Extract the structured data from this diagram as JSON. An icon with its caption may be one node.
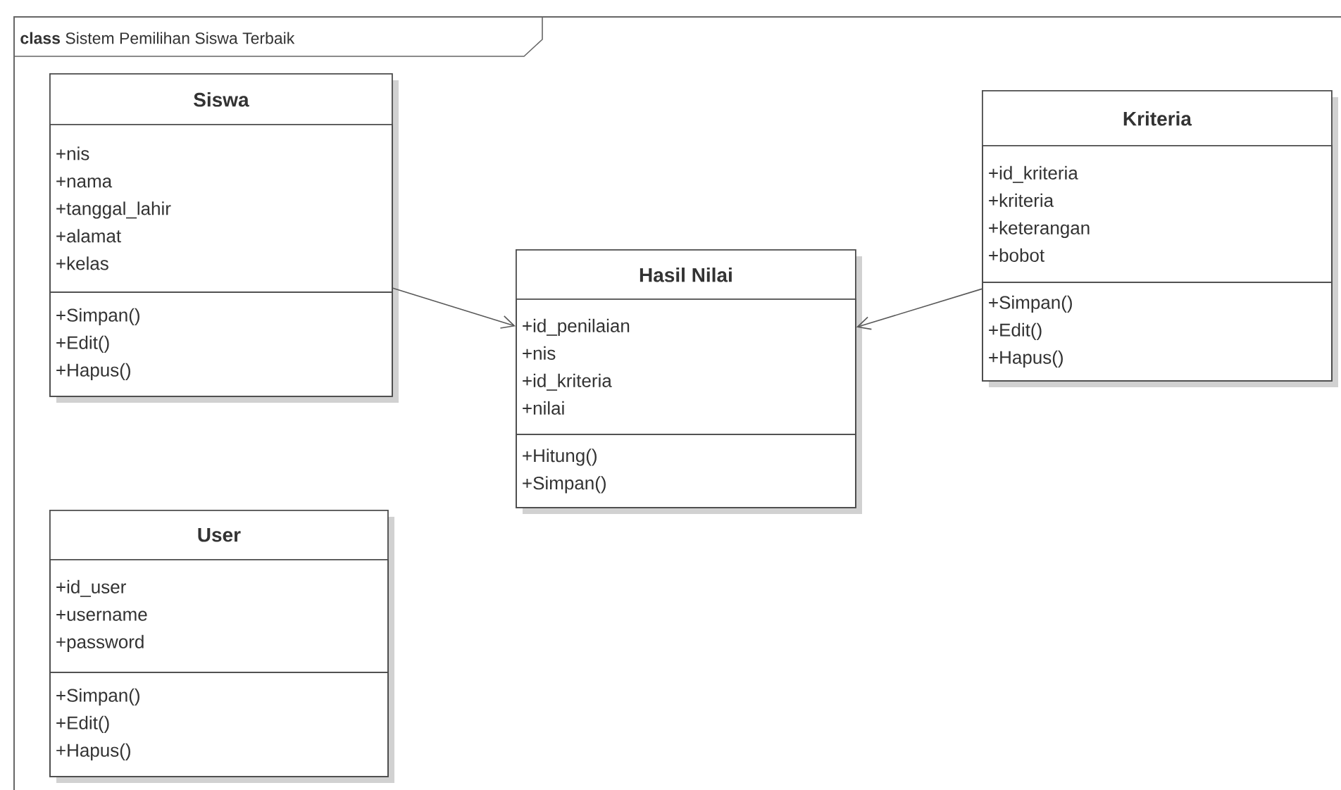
{
  "diagram": {
    "title": "**class** Sistem Pemilihan Siswa Terbaik",
    "nodes": [
      {
        "text": [
          "Siswa"
        ]
      },
      {
        "text": [
          "+nis",
          "+nama",
          "+tanggal_lahir",
          "+alamat",
          "+kelas"
        ],
        "in": 0
      },
      {
        "text": [
          "+Simpan()",
          "+Edit()",
          "+Hapus()"
        ],
        "in": 0
      },
      {
        "text": [
          "Kriteria"
        ]
      },
      {
        "text": [
          "+id_kriteria",
          "+kriteria",
          "+keterangan",
          "+bobot"
        ],
        "in": 3
      },
      {
        "text": [
          "+Simpan()",
          "+Edit()",
          "+Hapus()"
        ],
        "in": 3
      },
      {
        "text": [
          "Hasil Nilai"
        ]
      },
      {
        "text": [
          "+id_penilaian",
          "+nis",
          "+id_kriteria",
          "+nilai"
        ],
        "in": 6
      },
      {
        "text": [
          "+Hitung()",
          "+Simpan()"
        ],
        "in": 6
      },
      {
        "text": [
          "User"
        ]
      },
      {
        "text": [
          "+id_user",
          "+username",
          "+password"
        ],
        "in": 9
      },
      {
        "text": [
          "+Simpan()",
          "+Edit()",
          "+Hapus()"
        ],
        "in": 9
      }
    ],
    "edges": [
      {
        "from": 0,
        "to": 6,
        "arrow": "to"
      },
      {
        "from": 3,
        "to": 6,
        "arrow": "to"
      }
    ]
  }
}
